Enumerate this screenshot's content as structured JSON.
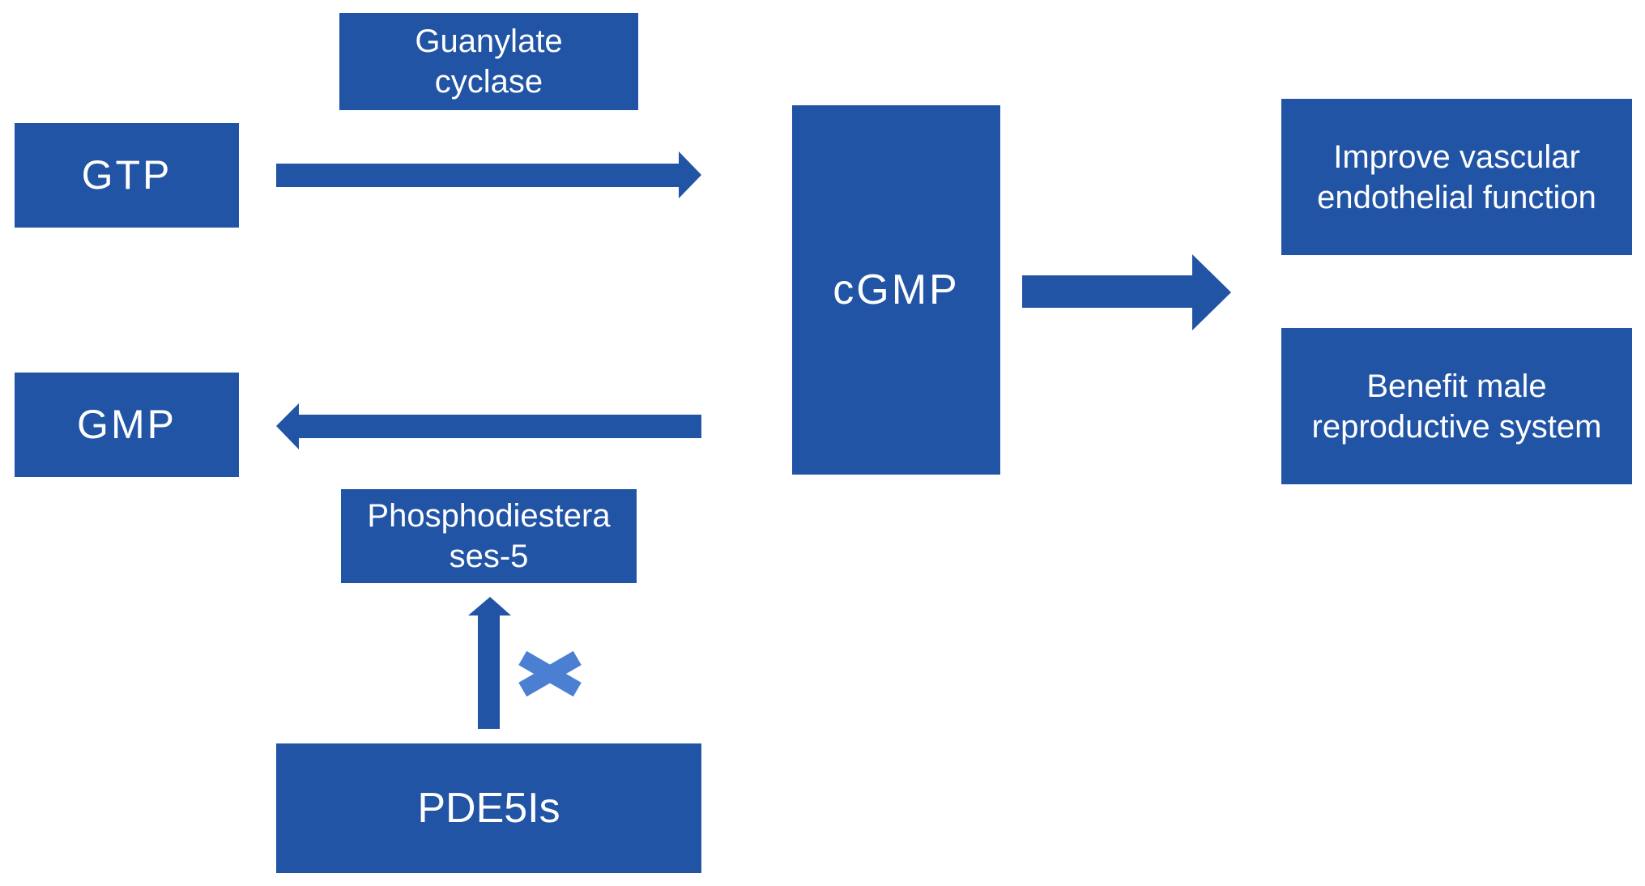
{
  "diagram": {
    "colors": {
      "box": "#2154a5",
      "arrow": "#2154a5",
      "cross": "#4a7fd1",
      "text": "#ffffff"
    },
    "nodes": {
      "gtp": "GTP",
      "guanylate_cyclase": [
        "Guanylate",
        "cyclase"
      ],
      "cgmp": "cGMP",
      "gmp": "GMP",
      "phosphodiesterases": [
        "Phosphodiestera",
        "ses-5"
      ],
      "pde5is": "PDE5Is",
      "improve_vascular": [
        "Improve vascular",
        "endothelial function"
      ],
      "benefit_male": [
        "Benefit male",
        "reproductive system"
      ]
    },
    "edges": [
      {
        "from": "gtp",
        "to": "cgmp",
        "via": "guanylate_cyclase"
      },
      {
        "from": "cgmp",
        "to": "gmp",
        "via": "phosphodiesterases"
      },
      {
        "from": "cgmp",
        "to": [
          "improve_vascular",
          "benefit_male"
        ]
      },
      {
        "from": "pde5is",
        "to": "phosphodiesterases",
        "inhibits": true
      }
    ],
    "icons": {
      "inhibition": "cross-icon"
    }
  }
}
